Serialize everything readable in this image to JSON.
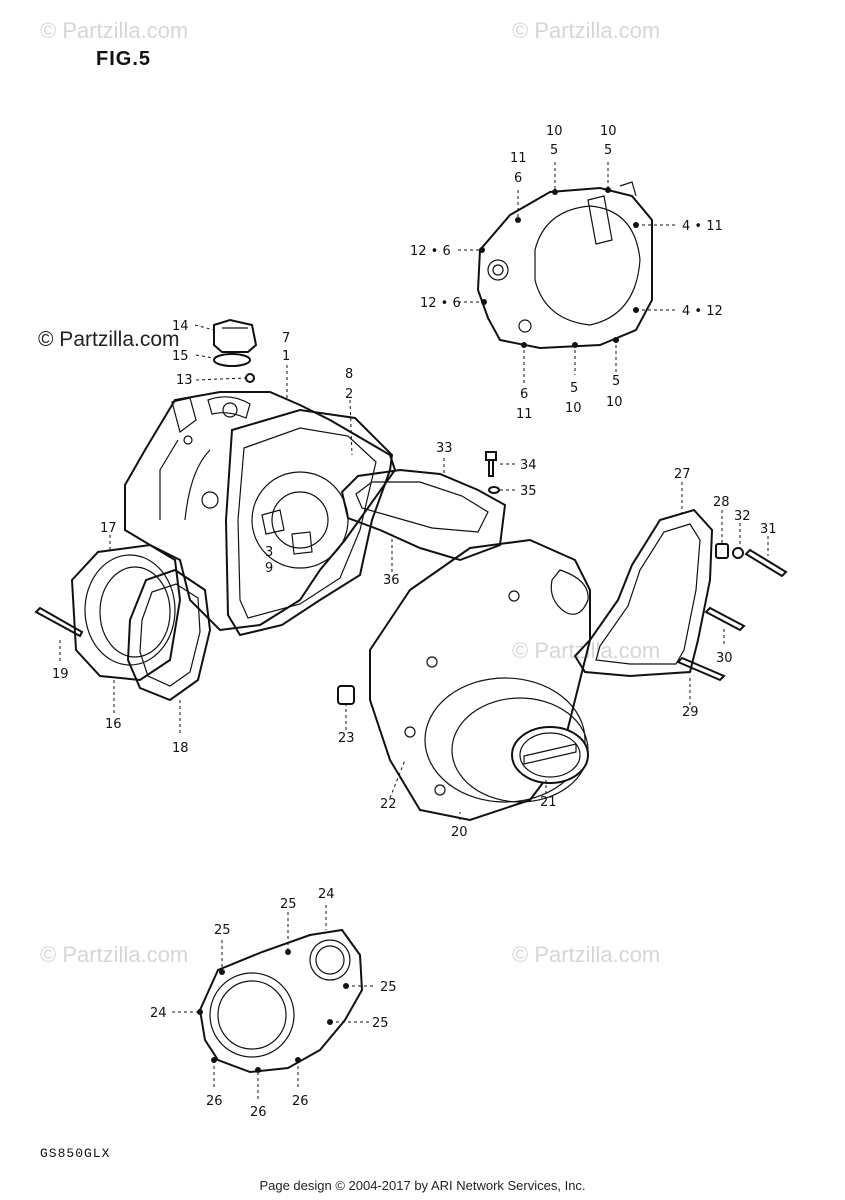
{
  "figure": {
    "label": "FIG.5"
  },
  "model": {
    "code": "GS850GLX"
  },
  "footer": {
    "text": "Page design © 2004-2017 by ARI Network Services, Inc."
  },
  "watermarks": [
    {
      "text": "© Partzilla.com",
      "strong": false
    },
    {
      "text": "© Partzilla.com",
      "strong": false
    },
    {
      "text": "© Partzilla.com",
      "strong": true
    },
    {
      "text": "© Partzilla.com",
      "strong": false
    },
    {
      "text": "© Partzilla.com",
      "strong": false
    },
    {
      "text": "© Partzilla.com",
      "strong": false
    }
  ],
  "callouts": [
    "10",
    "5",
    "10",
    "5",
    "11",
    "6",
    "4 • 11",
    "12 • 6",
    "12 • 6",
    "4 • 12",
    "6",
    "11",
    "5",
    "10",
    "5",
    "10",
    "14",
    "15",
    "13",
    "7",
    "1",
    "8",
    "2",
    "3",
    "9",
    "33",
    "34",
    "35",
    "36",
    "17",
    "19",
    "16",
    "18",
    "27",
    "28",
    "32",
    "31",
    "30",
    "29",
    "23",
    "22",
    "20",
    "21",
    "24",
    "25",
    "25",
    "25",
    "24",
    "25",
    "26",
    "26",
    "26"
  ]
}
